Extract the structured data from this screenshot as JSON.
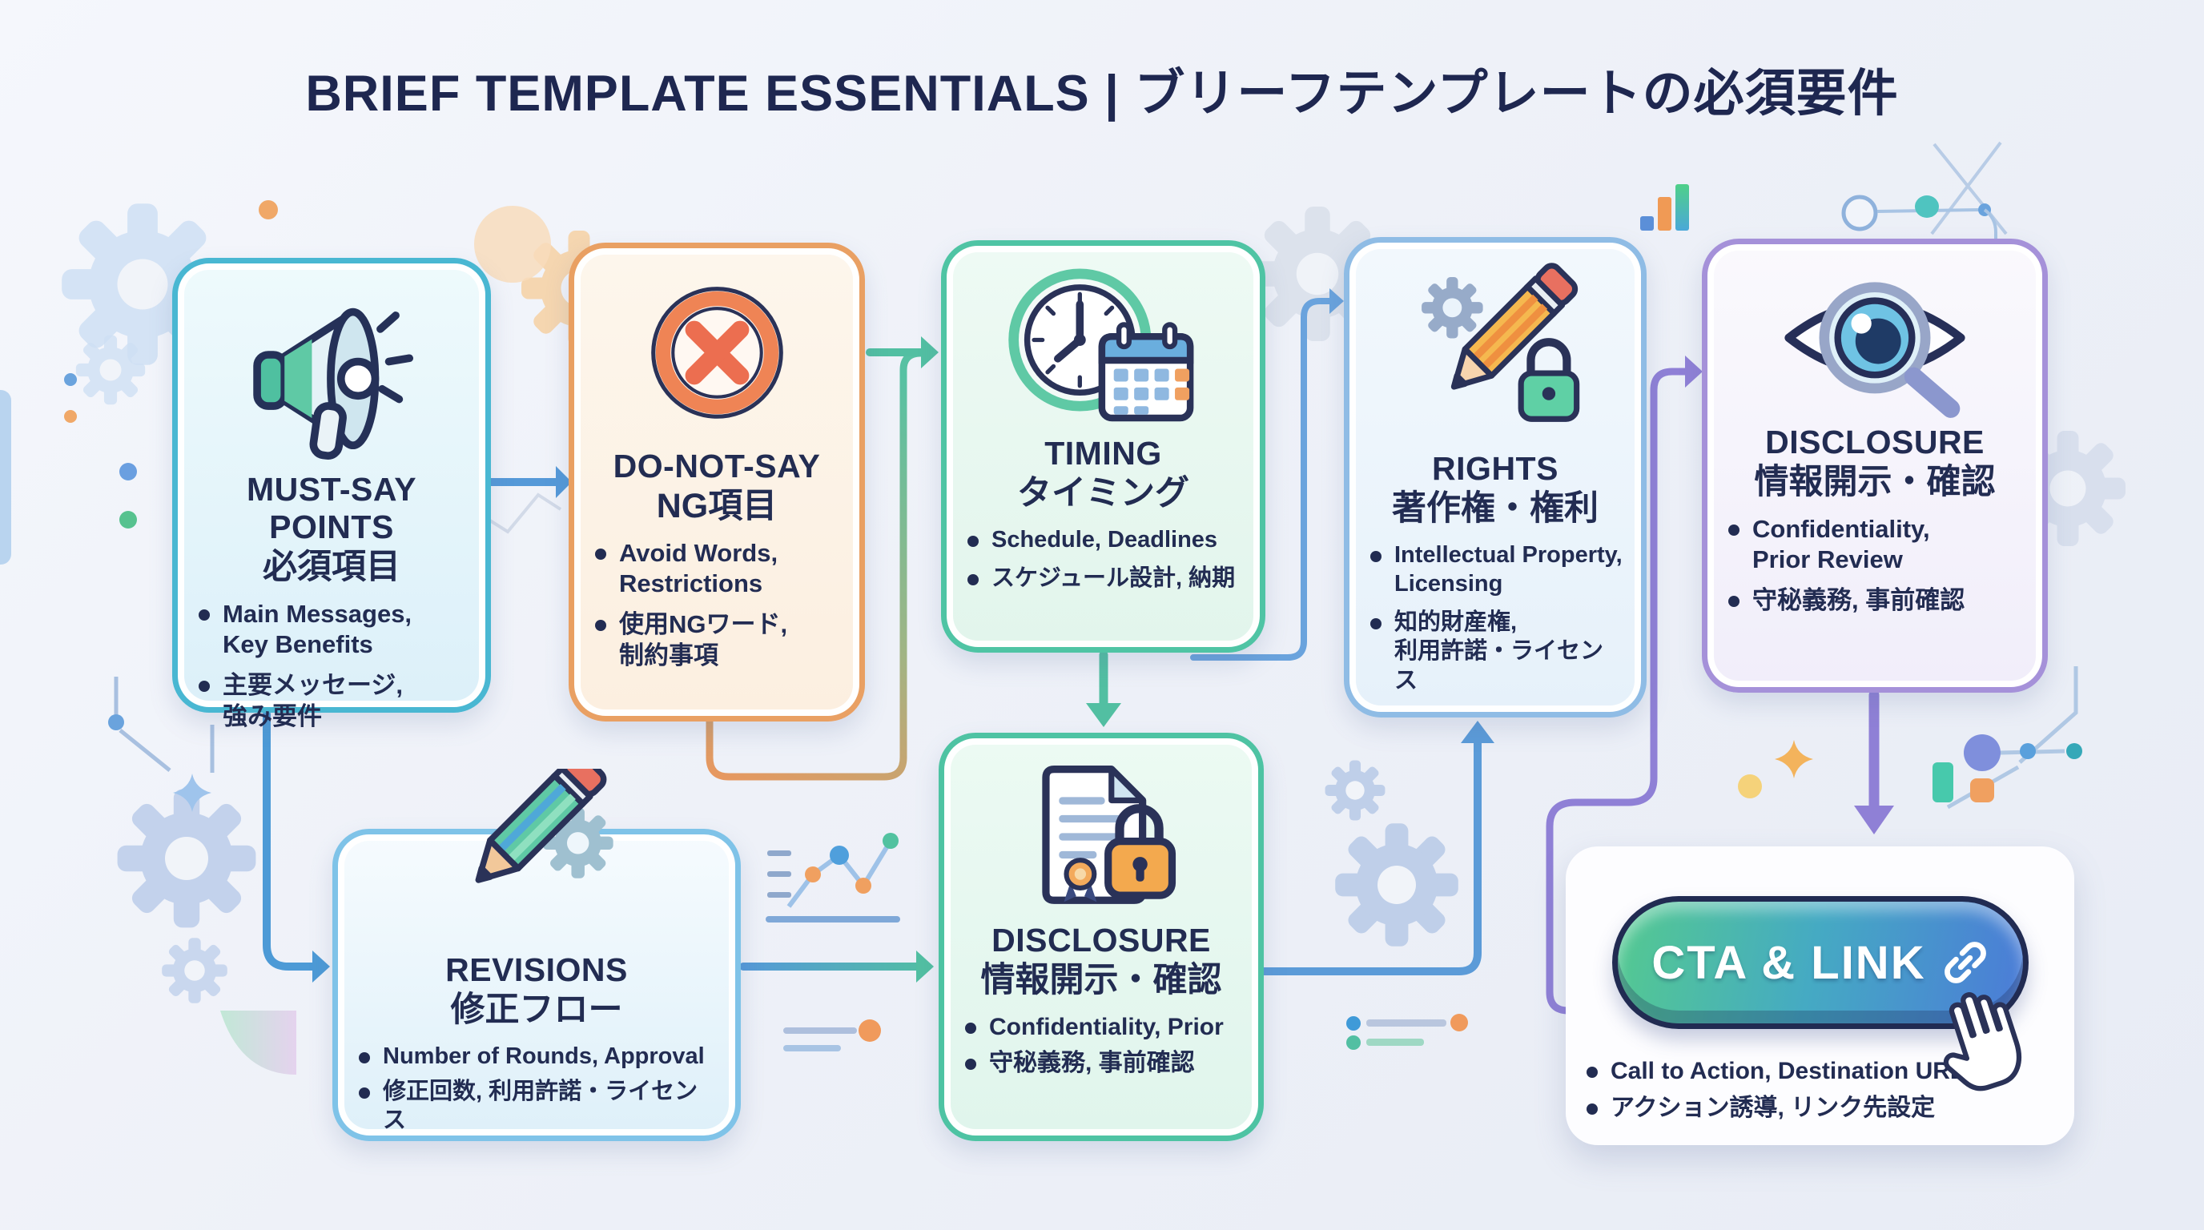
{
  "title": "BRIEF TEMPLATE ESSENTIALS | ブリーフテンプレートの必須要件",
  "cards": [
    {
      "id": "must-say",
      "icon": "megaphone-icon",
      "heading_en": "MUST-SAY POINTS",
      "heading_jp": "必須項目",
      "bullets": [
        "Main Messages,\nKey Benefits",
        "主要メッセージ,\n強み要件"
      ],
      "border_color": "#49b7d2"
    },
    {
      "id": "do-not-say",
      "icon": "prohibited-icon",
      "heading_en": "DO-NOT-SAY",
      "heading_jp": "NG項目",
      "bullets": [
        "Avoid Words,\nRestrictions",
        "使用NGワード,\n制約事項"
      ],
      "border_color": "#e9a063"
    },
    {
      "id": "timing",
      "icon": "clock-calendar-icon",
      "heading_en": "TIMING",
      "heading_jp": "タイミング",
      "bullets": [
        "Schedule, Deadlines",
        "スケジュール設計, 納期"
      ],
      "border_color": "#4fc4a4"
    },
    {
      "id": "rights",
      "icon": "gear-pencil-lock-icon",
      "heading_en": "RIGHTS",
      "heading_jp": "著作権・権利",
      "bullets": [
        "Intellectual Property,\nLicensing",
        "知的財産権,\n利用許諾・ライセンス"
      ],
      "border_color": "#8fbce5"
    },
    {
      "id": "disclosure-review",
      "icon": "eye-magnifier-icon",
      "heading_en": "DISCLOSURE",
      "heading_jp": "情報開示・確認",
      "bullets": [
        "Confidentiality,\nPrior Review",
        "守秘義務, 事前確認"
      ],
      "border_color": "#a591d9"
    },
    {
      "id": "revisions",
      "icon": "pencil-gear-icon",
      "heading_en": "REVISIONS",
      "heading_jp": "修正フロー",
      "bullets": [
        "Number of Rounds, Approval",
        "修正回数, 利用許諾・ライセンス"
      ],
      "border_color": "#7fc3e8"
    },
    {
      "id": "disclosure-doc",
      "icon": "document-lock-icon",
      "heading_en": "DISCLOSURE",
      "heading_jp": "情報開示・確認",
      "bullets": [
        "Confidentiality, Prior",
        "守秘義務, 事前確認"
      ],
      "border_color": "#4ec3a3"
    },
    {
      "id": "cta-link",
      "icon": "link-icon",
      "button_label": "CTA & LINK",
      "bullets": [
        "Call to Action, Destination URL",
        "アクション誘導, リンク先設定"
      ],
      "button_colors": [
        "#53c794",
        "#4b7fd6"
      ]
    }
  ],
  "colors": {
    "text": "#222c52",
    "arrow_blue": "#5599d8",
    "arrow_teal": "#52bfa2",
    "arrow_orange": "#e8975f",
    "arrow_purple": "#8f80d6"
  }
}
